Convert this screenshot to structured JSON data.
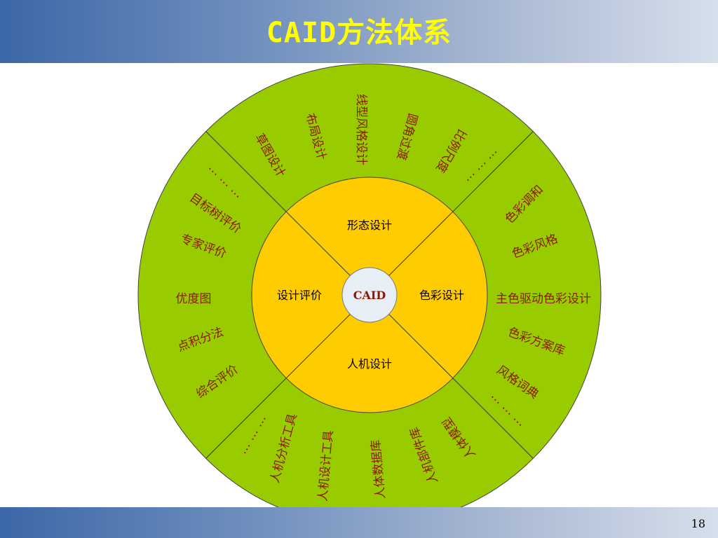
{
  "title": "CAID方法体系",
  "page_number": "18",
  "colors": {
    "outer_ring": "#99cc00",
    "inner_ring": "#ffcc00",
    "center": "#e8eef6",
    "text_outer": "#8b1a00"
  },
  "diagram": {
    "center": "CAID",
    "sectors": {
      "top": {
        "inner": "形态设计",
        "outer": [
          "草图设计",
          "布局设计",
          "线型风格设计",
          "圆角过渡",
          "比例尺度",
          "… … …"
        ]
      },
      "right": {
        "inner": "色彩设计",
        "outer": [
          "色彩调和",
          "色彩风格",
          "主色驱动色彩设计",
          "色彩方案库",
          "风格词典",
          "… … …"
        ]
      },
      "bottom": {
        "inner": "人机设计",
        "outer": [
          "… … …",
          "人机分析工具",
          "人机设计工具",
          "人体数据库",
          "人机部件库",
          "人体模型"
        ]
      },
      "left": {
        "inner": "设计评价",
        "outer": [
          "… … …",
          "目标树评价",
          "专家评价",
          "优度图",
          "点积分法",
          "综合评价"
        ]
      }
    }
  }
}
